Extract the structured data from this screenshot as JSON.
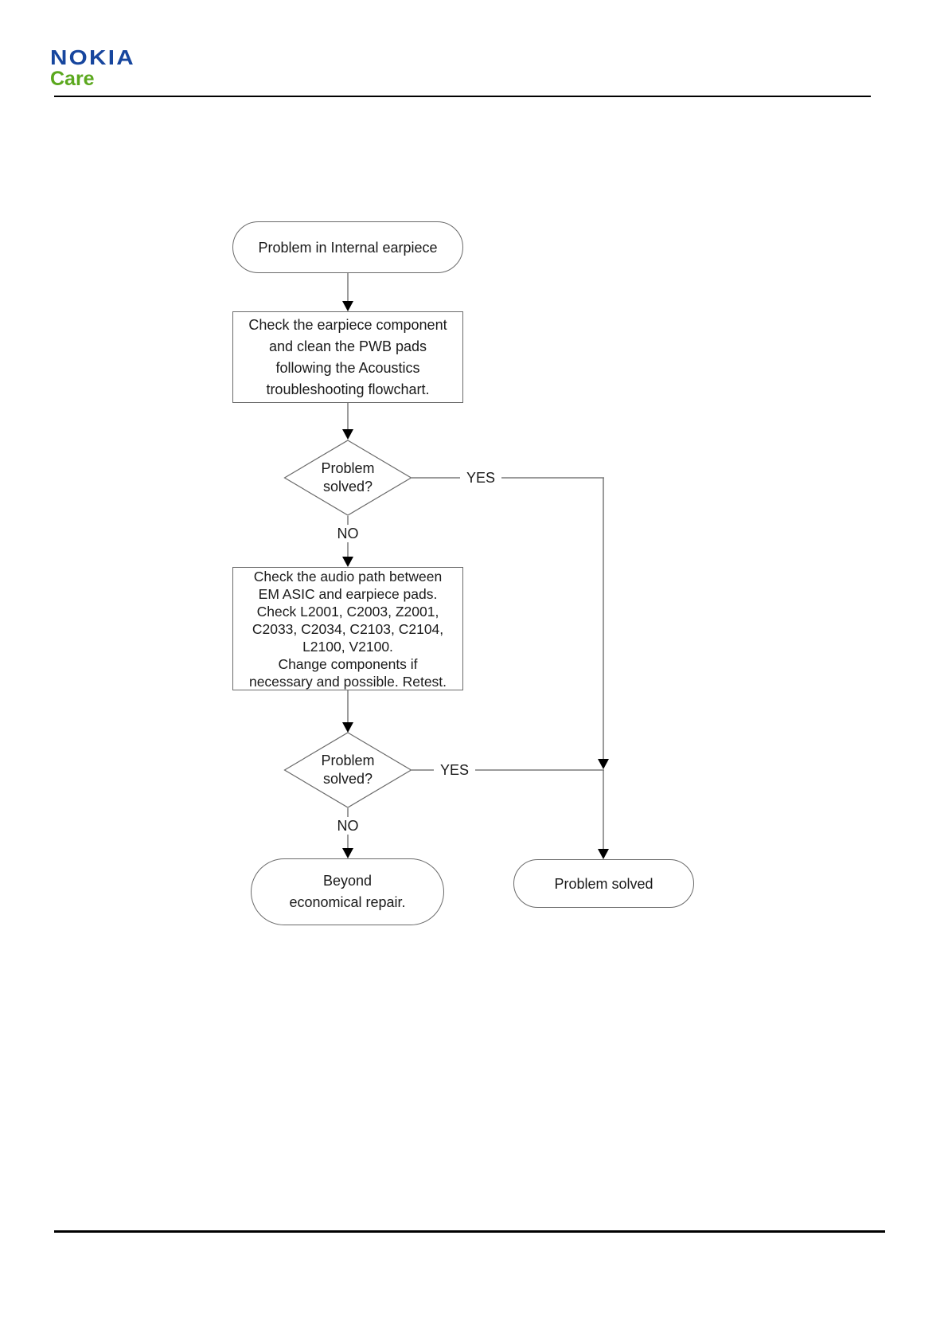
{
  "colors": {
    "brand-blue": "#17469E",
    "brand-green": "#5BA81E",
    "line-gray": "#7a7a7a",
    "border-gray": "#6a6a6a",
    "arrow-black": "#000000",
    "text-color": "#1a1a1a",
    "rule-black": "#000000",
    "page-bg": "#ffffff"
  },
  "header": {
    "brand": "NOKIA",
    "sub_brand": "Care"
  },
  "flowchart": {
    "start": {
      "text": "Problem in Internal earpiece"
    },
    "process1": {
      "lines": [
        "Check the earpiece component",
        "and clean the PWB pads",
        "following the Acoustics",
        "troubleshooting flowchart."
      ]
    },
    "decision1": {
      "lines": [
        "Problem",
        "solved?"
      ]
    },
    "yes1": "YES",
    "no1": "NO",
    "process2": {
      "lines": [
        "Check the audio path between",
        "EM ASIC and earpiece pads.",
        "Check L2001, C2003, Z2001,",
        "C2033, C2034, C2103, C2104,",
        "L2100, V2100.",
        "Change components if",
        "necessary and possible. Retest."
      ]
    },
    "decision2": {
      "lines": [
        "Problem",
        "solved?"
      ]
    },
    "yes2": "YES",
    "no2": "NO",
    "end_no": {
      "lines": [
        "Beyond",
        "economical repair."
      ]
    },
    "end_yes": {
      "text": "Problem solved"
    }
  }
}
